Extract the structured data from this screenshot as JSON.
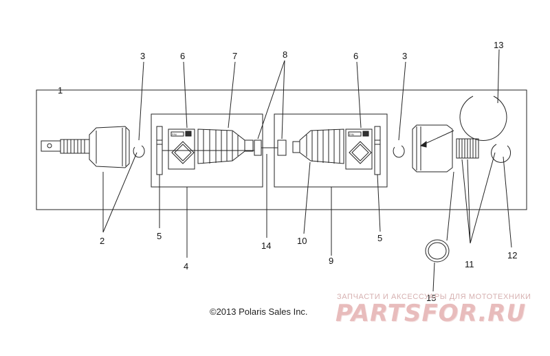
{
  "diagram": {
    "callouts": [
      "1",
      "2",
      "3",
      "3",
      "4",
      "5",
      "5",
      "6",
      "6",
      "7",
      "8",
      "9",
      "10",
      "11",
      "12",
      "13",
      "14",
      "15"
    ],
    "small_labels": {
      "left_kit": "P/N",
      "right_kit": "P/N"
    }
  },
  "copyright": "©2013 Polaris Sales Inc.",
  "watermark": {
    "tagline": "ЗАПЧАСТИ И АКСЕССУАРЫ ДЛЯ МОТОТЕХНИКИ",
    "logo": "PARTSFOR.RU"
  },
  "colors": {
    "line": "#222222",
    "watermark": "#e8bcbc"
  }
}
